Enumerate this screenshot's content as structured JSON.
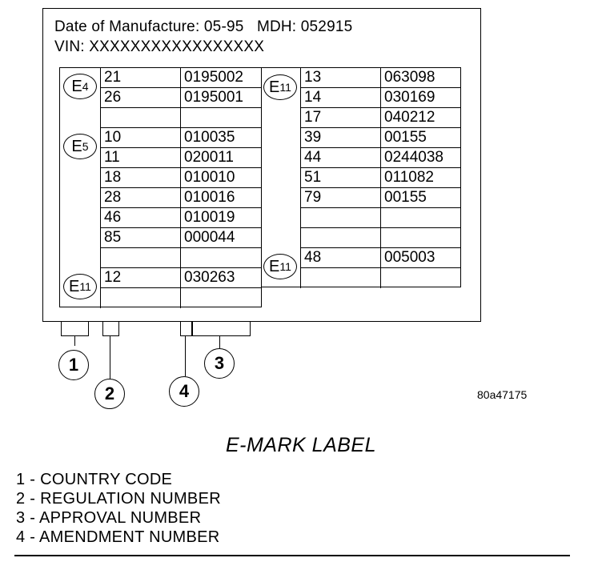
{
  "header": {
    "line1": "Date of Manufacture: 05-95   MDH: 052915",
    "line2": "VIN: XXXXXXXXXXXXXXXXX"
  },
  "left_table": {
    "rows": [
      [
        "21",
        "0195002"
      ],
      [
        "26",
        "0195001"
      ],
      [
        "",
        ""
      ],
      [
        "10",
        "010035"
      ],
      [
        "11",
        "020011"
      ],
      [
        "18",
        "010010"
      ],
      [
        "28",
        "010016"
      ],
      [
        "46",
        "010019"
      ],
      [
        "85",
        "000044"
      ],
      [
        "",
        ""
      ],
      [
        "12",
        "030263"
      ],
      [
        "",
        ""
      ]
    ]
  },
  "right_table": {
    "rows": [
      [
        "13",
        "063098"
      ],
      [
        "14",
        "030169"
      ],
      [
        "17",
        "040212"
      ],
      [
        "39",
        "00155"
      ],
      [
        "44",
        "0244038"
      ],
      [
        "51",
        "011082"
      ],
      [
        "79",
        "00155"
      ],
      [
        "",
        ""
      ],
      [
        "",
        ""
      ],
      [
        "48",
        "005003"
      ],
      [
        "",
        ""
      ]
    ]
  },
  "emarks": {
    "e4": {
      "letter": "E",
      "code": "4"
    },
    "e5": {
      "letter": "E",
      "code": "5"
    },
    "e11_left": {
      "letter": "E",
      "code": "11"
    },
    "e11_top": {
      "letter": "E",
      "code": "11"
    },
    "e11_bottom": {
      "letter": "E",
      "code": "11"
    }
  },
  "callouts": {
    "c1": "1",
    "c2": "2",
    "c3": "3",
    "c4": "4"
  },
  "figure_code": "80a47175",
  "title": "E-MARK LABEL",
  "legend": [
    "1 - COUNTRY CODE",
    "2 - REGULATION NUMBER",
    "3 - APPROVAL NUMBER",
    "4 - AMENDMENT NUMBER"
  ]
}
